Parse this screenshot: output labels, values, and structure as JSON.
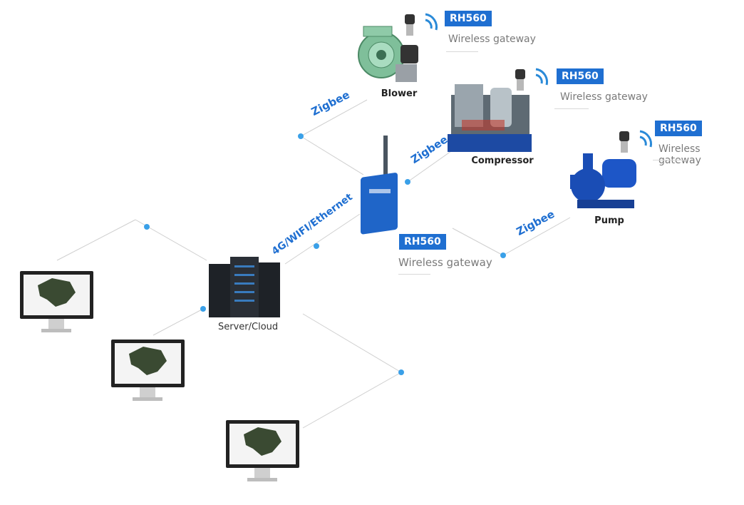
{
  "gateway_badge": "RH560",
  "gateway_subtitle": "Wireless gateway",
  "devices": {
    "blower": "Blower",
    "compressor": "Compressor",
    "pump": "Pump"
  },
  "server_label": "Server/Cloud",
  "links": {
    "zigbee": "Zigbee",
    "uplink": "4G/WIFI/Ethernet"
  },
  "colors": {
    "accent": "#1f6fd1",
    "node_dot": "#3aa0e8",
    "line": "#cfcfcf"
  },
  "icons": [
    "wifi-signal-icon",
    "sensor-icon",
    "antenna-icon"
  ]
}
